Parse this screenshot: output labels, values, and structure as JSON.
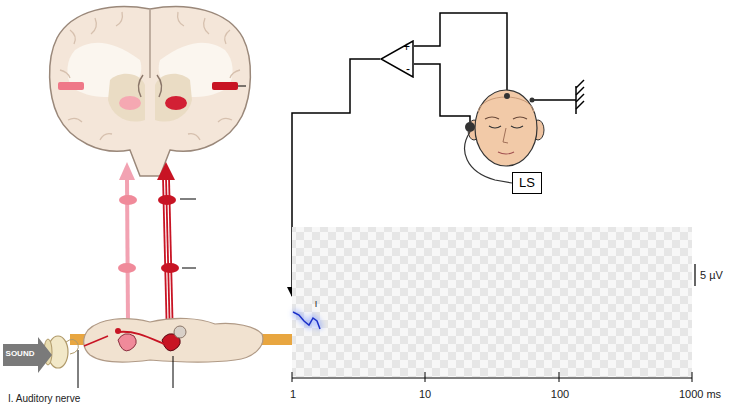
{
  "diagram": {
    "nodes": [
      {
        "text": [
          "+",
          "-"
        ]
      },
      {
        "text": [
          "LS"
        ]
      }
    ],
    "labels": [
      "SOUND",
      "I. Auditory nerve",
      "I",
      "5 µV",
      "1",
      "10",
      "100",
      "1000 ms"
    ]
  }
}
